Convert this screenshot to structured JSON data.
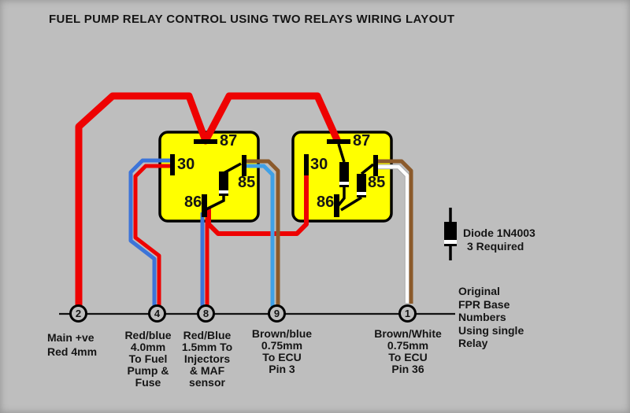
{
  "title": "FUEL  PUMP RELAY CONTROL USING TWO RELAYS  WIRING LAYOUT",
  "colors": {
    "background": "#BEBEBE",
    "relay_fill": "#FFFF00",
    "wire_red": "#EE0202",
    "wire_blue": "#3C74D9",
    "wire_light_blue": "#3FA0E6",
    "wire_brown": "#8B5A2B",
    "wire_white": "#FFFFFF"
  },
  "relay1": {
    "pin87": "87",
    "pin30": "30",
    "pin85": "85",
    "pin86": "86"
  },
  "relay2": {
    "pin87": "87",
    "pin30": "30",
    "pin85": "85",
    "pin86": "86"
  },
  "terminals": [
    {
      "number": "2",
      "lines": [
        "Main +ve",
        "Red 4mm"
      ]
    },
    {
      "number": "4",
      "lines": [
        "Red/blue",
        "4.0mm",
        "To Fuel",
        "Pump &",
        "Fuse"
      ]
    },
    {
      "number": "8",
      "lines": [
        "Red/Blue",
        "1.5mm To",
        "Injectors",
        "& MAF",
        "sensor"
      ]
    },
    {
      "number": "9",
      "lines": [
        "Brown/blue",
        "0.75mm",
        "To ECU",
        "Pin 3"
      ]
    },
    {
      "number": "1",
      "lines": [
        "Brown/White",
        "0.75mm",
        "To ECU",
        "Pin 36"
      ]
    }
  ],
  "legend": {
    "line1": "Diode 1N4003",
    "line2": "3 Required"
  },
  "note": {
    "lines": [
      "Original",
      "FPR Base",
      "Numbers",
      "Using single",
      "Relay"
    ]
  }
}
